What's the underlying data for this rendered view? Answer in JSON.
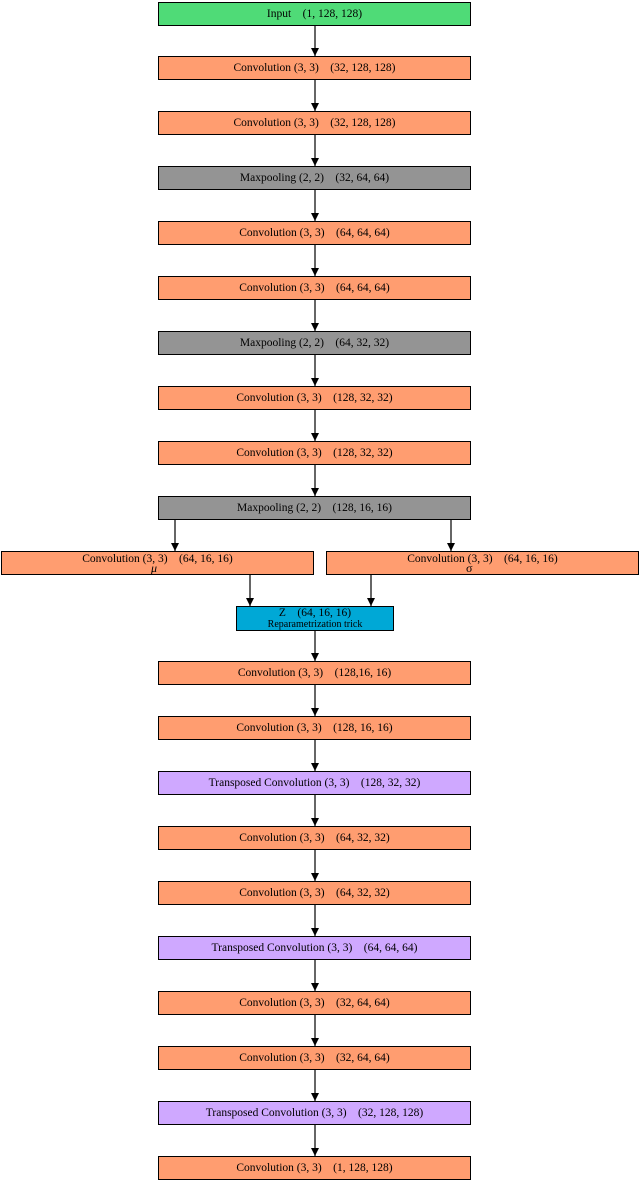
{
  "nodes": {
    "n1": {
      "label": "Input    (1, 128, 128)"
    },
    "n2": {
      "label": "Convolution (3, 3)    (32, 128, 128)"
    },
    "n3": {
      "label": "Convolution (3, 3)    (32, 128, 128)"
    },
    "n4": {
      "label": "Maxpooling (2, 2)    (32, 64, 64)"
    },
    "n5": {
      "label": "Convolution (3, 3)    (64, 64, 64)"
    },
    "n6": {
      "label": "Convolution (3, 3)    (64, 64, 64)"
    },
    "n7": {
      "label": "Maxpooling (2, 2)    (64, 32, 32)"
    },
    "n8": {
      "label": "Convolution (3, 3)    (128, 32, 32)"
    },
    "n9": {
      "label": "Convolution (3, 3)    (128, 32, 32)"
    },
    "n10": {
      "label": "Maxpooling (2, 2)    (128, 16, 16)"
    },
    "mu": {
      "label": "Convolution (3, 3)    (64, 16, 16)",
      "symbol": "μ"
    },
    "sigma": {
      "label": "Convolution (3, 3)    (64, 16, 16)",
      "symbol": "σ"
    },
    "z": {
      "label": "Z    (64, 16, 16)",
      "sublabel": "Reparametrization trick"
    },
    "n11": {
      "label": "Convolution (3, 3)    (128,16, 16)"
    },
    "n12": {
      "label": "Convolution (3, 3)    (128, 16, 16)"
    },
    "n13": {
      "label": "Transposed Convolution (3, 3)    (128, 32, 32)"
    },
    "n14": {
      "label": "Convolution (3, 3)    (64, 32, 32)"
    },
    "n15": {
      "label": "Convolution (3, 3)    (64, 32, 32)"
    },
    "n16": {
      "label": "Transposed Convolution (3, 3)    (64, 64, 64)"
    },
    "n17": {
      "label": "Convolution (3, 3)    (32, 64, 64)"
    },
    "n18": {
      "label": "Convolution (3, 3)    (32, 64, 64)"
    },
    "n19": {
      "label": "Transposed Convolution (3, 3)    (32, 128, 128)"
    },
    "n20": {
      "label": "Convolution (3, 3)    (1, 128, 128)"
    }
  },
  "colors": {
    "convolution": "#ff9d70",
    "maxpooling": "#949494",
    "input": "#4fdb77",
    "transposed_convolution": "#cfa8ff",
    "latent": "#00a8d6"
  }
}
